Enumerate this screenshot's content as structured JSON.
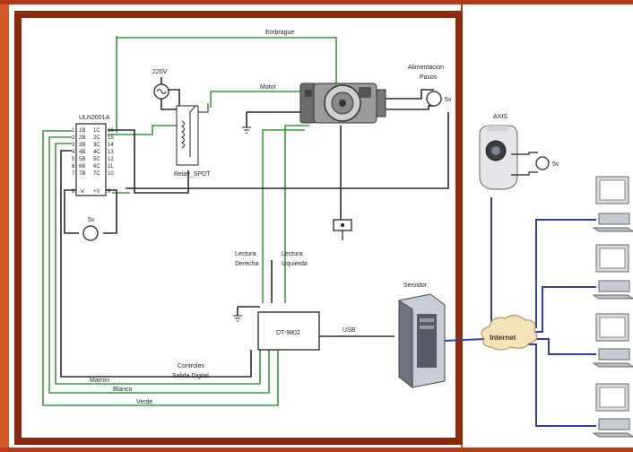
{
  "labels": {
    "embrague": "Embrague",
    "voltage_220": "220V",
    "motor": "Motor",
    "alimentacion_line1": "Alimentacion",
    "alimentacion_line2": "Pasos",
    "supply_5v": "5v",
    "chip": "ULN2001A",
    "relay": "Relay_SPDT",
    "lectura_derecha_1": "Lectura",
    "lectura_derecha_2": "Derecha",
    "lectura_izquierda_1": "Lectura",
    "lectura_izquierda_2": "Izquierda",
    "daq": "DT-9802",
    "usb": "USB",
    "servidor": "Servidor",
    "internet": "Internet",
    "camera": "AXIS",
    "controles_1": "Controles",
    "controles_2": "Salida Digital",
    "marron": "Marron",
    "blanco": "Blanco",
    "verde": "Verde"
  },
  "chip_pins_left": [
    "1",
    "2",
    "3",
    "4",
    "5",
    "6",
    "7"
  ],
  "chip_in_left": [
    "1B",
    "2B",
    "3B",
    "4B",
    "5B",
    "6B",
    "7B"
  ],
  "chip_out_right": [
    "1C",
    "2C",
    "3C",
    "4C",
    "5C",
    "6C",
    "7C"
  ],
  "chip_pins_right": [
    "16",
    "15",
    "14",
    "13",
    "12",
    "11",
    "10"
  ],
  "chip_bottom_left": "-V",
  "chip_bottom_right": "+V",
  "chip_bottom_pin_left": "8",
  "chip_bottom_pin_right": "9",
  "colors": {
    "frame": "#8a2a10",
    "wire_green": "#3a9a3a",
    "wire_dark": "#2a2a2a",
    "network": "#3040a0"
  }
}
